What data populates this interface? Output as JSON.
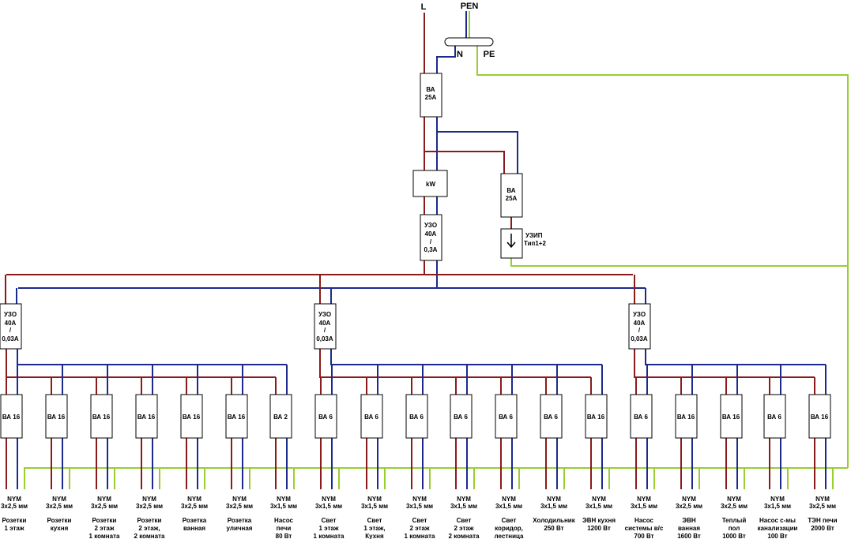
{
  "top": {
    "l_label": "L",
    "pen_label": "PEN",
    "n_label": "N",
    "pe_label": "PE"
  },
  "main_breaker": {
    "line1": "ВА",
    "line2": "25А"
  },
  "meter": {
    "label": "kW"
  },
  "main_rcd": {
    "line1": "УЗО",
    "line2": "40А",
    "line3": "/",
    "line4": "0,3А"
  },
  "spd_breaker": {
    "line1": "ВА",
    "line2": "25А"
  },
  "spd": {
    "line1": "УЗИП",
    "line2": "Тип1+2"
  },
  "group_rcds": [
    {
      "line1": "УЗО",
      "line2": "40А",
      "line3": "/",
      "line4": "0,03А"
    },
    {
      "line1": "УЗО",
      "line2": "40А",
      "line3": "/",
      "line4": "0,03А"
    },
    {
      "line1": "УЗО",
      "line2": "40А",
      "line3": "/",
      "line4": "0,03А"
    }
  ],
  "circuits": [
    {
      "breaker": "ВА 16",
      "cable": [
        "NYM",
        "3х2,5 мм"
      ],
      "desc": [
        "Розетки",
        "1 этаж"
      ]
    },
    {
      "breaker": "ВА 16",
      "cable": [
        "NYM",
        "3х2,5 мм"
      ],
      "desc": [
        "Розетки",
        "кухня"
      ]
    },
    {
      "breaker": "ВА 16",
      "cable": [
        "NYM",
        "3х2,5 мм"
      ],
      "desc": [
        "Розетки",
        "2 этаж",
        "1 комната"
      ]
    },
    {
      "breaker": "ВА 16",
      "cable": [
        "NYM",
        "3х2,5 мм"
      ],
      "desc": [
        "Розетки",
        "2 этаж,",
        "2 комната"
      ]
    },
    {
      "breaker": "ВА 16",
      "cable": [
        "NYM",
        "3х2,5 мм"
      ],
      "desc": [
        "Розетка",
        "ванная"
      ]
    },
    {
      "breaker": "ВА 16",
      "cable": [
        "NYM",
        "3х2,5 мм"
      ],
      "desc": [
        "Розетка",
        "уличная"
      ]
    },
    {
      "breaker": "ВА 2",
      "cable": [
        "NYM",
        "3х1,5 мм"
      ],
      "desc": [
        "Насос",
        "печи",
        "80 Вт"
      ]
    },
    {
      "breaker": "ВА 6",
      "cable": [
        "NYM",
        "3х1,5 мм"
      ],
      "desc": [
        "Свет",
        "1 этаж",
        "1 комната"
      ]
    },
    {
      "breaker": "ВА 6",
      "cable": [
        "NYM",
        "3х1,5 мм"
      ],
      "desc": [
        "Свет",
        "1 этаж,",
        "Кухня"
      ]
    },
    {
      "breaker": "ВА 6",
      "cable": [
        "NYM",
        "3х1,5 мм"
      ],
      "desc": [
        "Свет",
        "2 этаж",
        "1 комната"
      ]
    },
    {
      "breaker": "ВА 6",
      "cable": [
        "NYM",
        "3х1,5 мм"
      ],
      "desc": [
        "Свет",
        "2 этаж",
        "2 комната"
      ]
    },
    {
      "breaker": "ВА 6",
      "cable": [
        "NYM",
        "3х1,5 мм"
      ],
      "desc": [
        "Свет",
        "коридор,",
        "лестница"
      ]
    },
    {
      "breaker": "ВА 6",
      "cable": [
        "NYM",
        "3х1,5 мм"
      ],
      "desc": [
        "Холодильник",
        "250 Вт"
      ]
    },
    {
      "breaker": "ВА 16",
      "cable": [
        "NYM",
        "3х1,5 мм"
      ],
      "desc": [
        "ЭВН кухня",
        "1200 Вт"
      ]
    },
    {
      "breaker": "ВА 6",
      "cable": [
        "NYM",
        "3х1,5 мм"
      ],
      "desc": [
        "Насос",
        "системы в/с",
        "700 Вт"
      ]
    },
    {
      "breaker": "ВА 16",
      "cable": [
        "NYM",
        "3х2,5 мм"
      ],
      "desc": [
        "ЭВН",
        "ванная",
        "1600 Вт"
      ]
    },
    {
      "breaker": "ВА 16",
      "cable": [
        "NYM",
        "3х2,5 мм"
      ],
      "desc": [
        "Теплый",
        "пол",
        "1000 Вт"
      ]
    },
    {
      "breaker": "ВА 6",
      "cable": [
        "NYM",
        "3х1,5 мм"
      ],
      "desc": [
        "Насос с-мы",
        "канализации",
        "100 Вт"
      ]
    },
    {
      "breaker": "ВА 16",
      "cable": [
        "NYM",
        "3х2,5 мм"
      ],
      "desc": [
        "ТЭН печи",
        "2000 Вт"
      ]
    }
  ]
}
